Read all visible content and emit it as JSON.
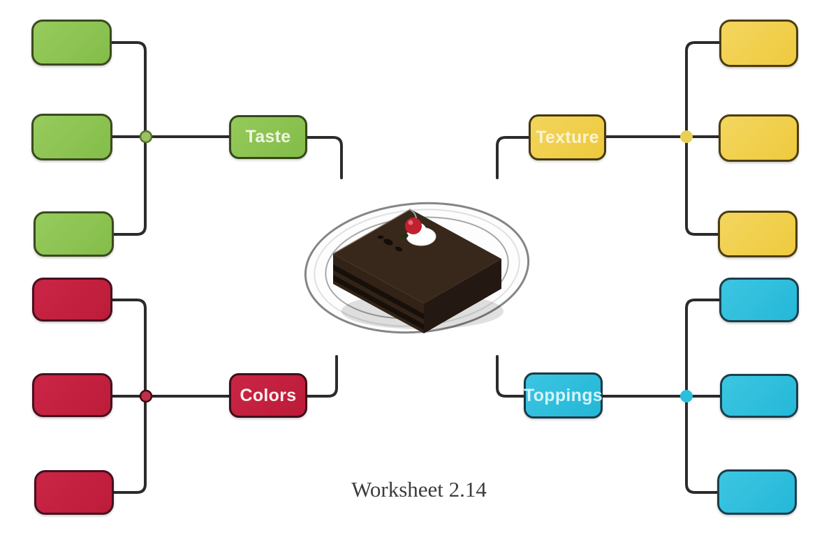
{
  "title": "Worksheet 2.14",
  "center_image": "chocolate-cake-slice-on-plate",
  "connector_color": "#2b2b2b",
  "branches": [
    {
      "name": "Taste",
      "fill": "#8dc355",
      "border": "#3a4a1e",
      "label_text_color": "#eef6e2",
      "children": [
        "",
        "",
        ""
      ]
    },
    {
      "name": "Texture",
      "fill": "#f0ce4b",
      "border": "#4c3d10",
      "label_text_color": "#fbf3cd",
      "children": [
        "",
        "",
        ""
      ]
    },
    {
      "name": "Colors",
      "fill": "#c41f3e",
      "border": "#45101e",
      "label_text_color": "#fceff0",
      "children": [
        "",
        "",
        ""
      ]
    },
    {
      "name": "Toppings",
      "fill": "#2bbfde",
      "border": "#1d3e4b",
      "label_text_color": "#d4f4fa",
      "children": [
        "",
        "",
        ""
      ]
    }
  ]
}
